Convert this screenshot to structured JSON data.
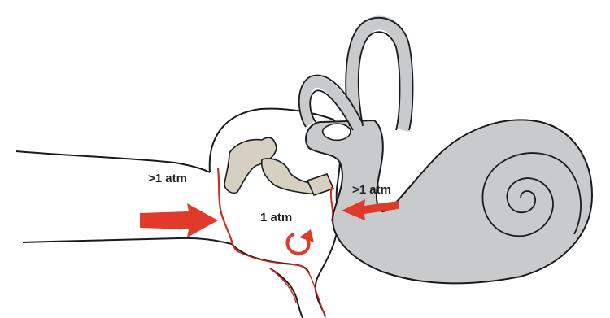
{
  "labels": {
    "ear_canal_pressure": ">1 atm",
    "middle_ear_pressure": "1 atm",
    "inner_ear_pressure": ">1 atm"
  },
  "colors": {
    "outline": "#1a1a1a",
    "inner_ear_fill": "#c9cacc",
    "ossicle_fill": "#d6d0c2",
    "arrow_red": "#e03a2b",
    "membrane_red": "#d12a1e",
    "background": "#ffffff"
  },
  "icons": {
    "pressure_arrow": "right-arrow-icon",
    "rotation_arrow": "curved-rotation-arrow-icon"
  }
}
